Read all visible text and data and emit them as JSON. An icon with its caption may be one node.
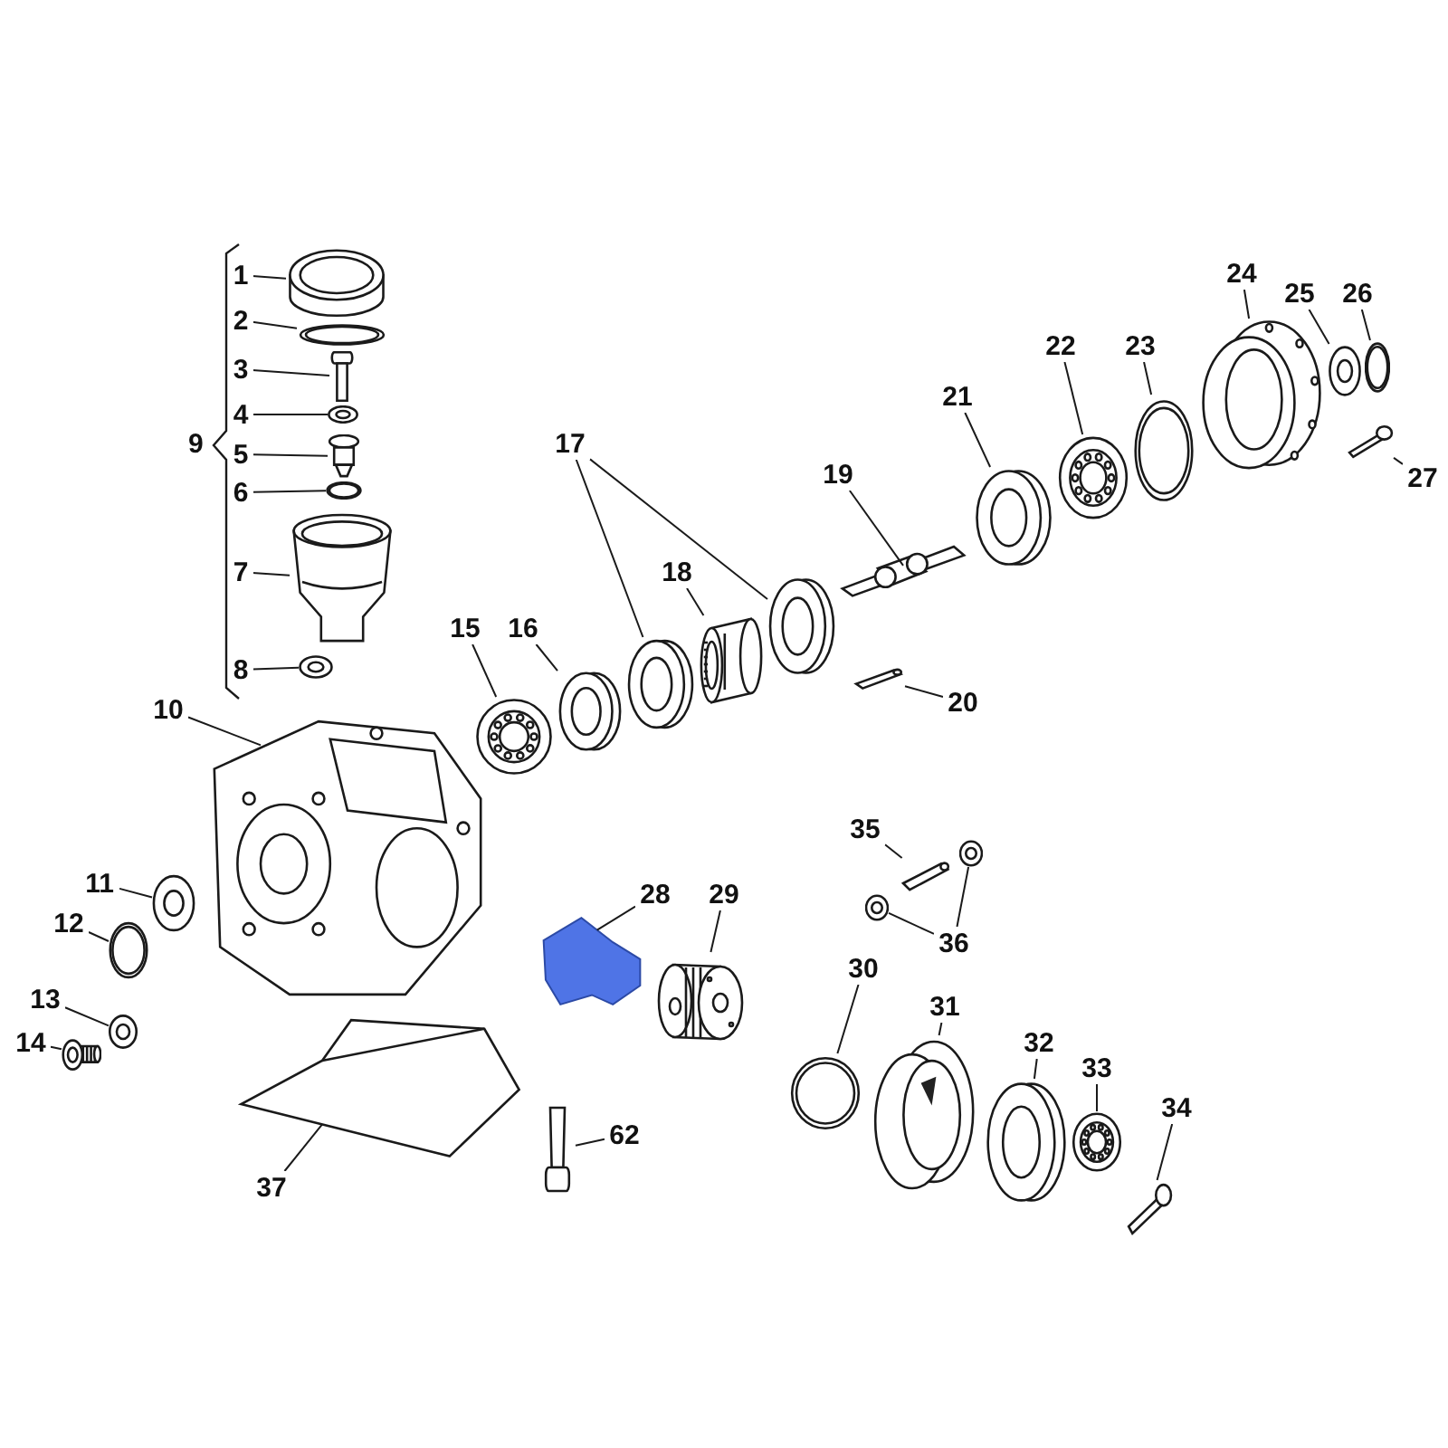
{
  "diagram": {
    "nodes": [
      {
        "text": [
          "1"
        ]
      },
      {
        "text": [],
        "shape": "picture"
      },
      {
        "text": [
          "2"
        ]
      },
      {
        "text": [],
        "shape": "picture"
      },
      {
        "text": [
          "3"
        ]
      },
      {
        "text": [],
        "shape": "picture"
      },
      {
        "text": [
          "4"
        ]
      },
      {
        "text": [],
        "shape": "picture"
      },
      {
        "text": [
          "5"
        ]
      },
      {
        "text": [],
        "shape": "picture"
      },
      {
        "text": [
          "6"
        ]
      },
      {
        "text": [],
        "shape": "picture"
      },
      {
        "text": [
          "7"
        ]
      },
      {
        "text": [],
        "shape": "picture"
      },
      {
        "text": [
          "8"
        ]
      },
      {
        "text": [],
        "shape": "picture"
      },
      {
        "text": [
          "10"
        ]
      },
      {
        "text": [],
        "shape": "picture"
      },
      {
        "text": [
          "11"
        ]
      },
      {
        "text": [],
        "shape": "picture"
      },
      {
        "text": [
          "12"
        ]
      },
      {
        "text": [],
        "shape": "picture"
      },
      {
        "text": [
          "13"
        ]
      },
      {
        "text": [],
        "shape": "picture"
      },
      {
        "text": [
          "14"
        ]
      },
      {
        "text": [],
        "shape": "picture"
      },
      {
        "text": [
          "15"
        ]
      },
      {
        "text": [],
        "shape": "picture"
      },
      {
        "text": [
          "16"
        ]
      },
      {
        "text": [],
        "shape": "picture"
      },
      {
        "text": [
          "17"
        ]
      },
      {
        "text": [],
        "shape": "picture"
      },
      {
        "text": [],
        "shape": "picture"
      },
      {
        "text": [
          "18"
        ]
      },
      {
        "text": [],
        "shape": "picture"
      },
      {
        "text": [
          "19"
        ]
      },
      {
        "text": [],
        "shape": "picture"
      },
      {
        "text": [
          "20"
        ]
      },
      {
        "text": [],
        "shape": "picture"
      },
      {
        "text": [
          "21"
        ]
      },
      {
        "text": [],
        "shape": "picture"
      },
      {
        "text": [
          "22"
        ]
      },
      {
        "text": [],
        "shape": "picture"
      },
      {
        "text": [
          "23"
        ]
      },
      {
        "text": [],
        "shape": "picture"
      },
      {
        "text": [
          "24"
        ]
      },
      {
        "text": [],
        "shape": "picture"
      },
      {
        "text": [
          "25"
        ]
      },
      {
        "text": [],
        "shape": "picture"
      },
      {
        "text": [
          "26"
        ]
      },
      {
        "text": [],
        "shape": "picture"
      },
      {
        "text": [
          "27"
        ]
      },
      {
        "text": [],
        "shape": "picture"
      },
      {
        "text": [
          "28"
        ]
      },
      {
        "text": [],
        "shape": "picture"
      },
      {
        "text": [
          "29"
        ]
      },
      {
        "text": [],
        "shape": "picture"
      },
      {
        "text": [
          "30"
        ]
      },
      {
        "text": [],
        "shape": "picture"
      },
      {
        "text": [
          "31"
        ]
      },
      {
        "text": [],
        "shape": "picture"
      },
      {
        "text": [
          "32"
        ]
      },
      {
        "text": [],
        "shape": "picture"
      },
      {
        "text": [
          "33"
        ]
      },
      {
        "text": [],
        "shape": "picture"
      },
      {
        "text": [
          "34"
        ]
      },
      {
        "text": [],
        "shape": "picture"
      },
      {
        "text": [
          "35"
        ]
      },
      {
        "text": [],
        "shape": "picture"
      },
      {
        "text": [
          "36"
        ]
      },
      {
        "text": [],
        "shape": "picture"
      },
      {
        "text": [],
        "shape": "picture"
      },
      {
        "text": [
          "37"
        ]
      },
      {
        "text": [],
        "shape": "picture"
      },
      {
        "text": [
          "62"
        ]
      },
      {
        "text": [],
        "shape": "picture"
      }
    ],
    "edges": [
      {
        "from": 0,
        "to": 1,
        "arrow": "none"
      },
      {
        "from": 2,
        "to": 3,
        "arrow": "none"
      },
      {
        "from": 4,
        "to": 5,
        "arrow": "none"
      },
      {
        "from": 6,
        "to": 7,
        "arrow": "none"
      },
      {
        "from": 8,
        "to": 9,
        "arrow": "none"
      },
      {
        "from": 10,
        "to": 11,
        "arrow": "none"
      },
      {
        "from": 12,
        "to": 13,
        "arrow": "none"
      },
      {
        "from": 14,
        "to": 15,
        "arrow": "none"
      },
      {
        "from": 16,
        "to": 17,
        "arrow": "none"
      },
      {
        "from": 18,
        "to": 19,
        "arrow": "none"
      },
      {
        "from": 20,
        "to": 21,
        "arrow": "none"
      },
      {
        "from": 22,
        "to": 23,
        "arrow": "none"
      },
      {
        "from": 24,
        "to": 25,
        "arrow": "none"
      },
      {
        "from": 26,
        "to": 27,
        "arrow": "none"
      },
      {
        "from": 28,
        "to": 29,
        "arrow": "none"
      },
      {
        "from": 30,
        "to": 31,
        "arrow": "none"
      },
      {
        "from": 30,
        "to": 32,
        "arrow": "none"
      },
      {
        "from": 33,
        "to": 34,
        "arrow": "none"
      },
      {
        "from": 35,
        "to": 36,
        "arrow": "none"
      },
      {
        "from": 37,
        "to": 38,
        "arrow": "none"
      },
      {
        "from": 39,
        "to": 40,
        "arrow": "none"
      },
      {
        "from": 41,
        "to": 42,
        "arrow": "none"
      },
      {
        "from": 43,
        "to": 44,
        "arrow": "none"
      },
      {
        "from": 45,
        "to": 46,
        "arrow": "none"
      },
      {
        "from": 47,
        "to": 48,
        "arrow": "none"
      },
      {
        "from": 49,
        "to": 50,
        "arrow": "none"
      },
      {
        "from": 51,
        "to": 52,
        "arrow": "none"
      },
      {
        "from": 53,
        "to": 54,
        "arrow": "none"
      },
      {
        "from": 55,
        "to": 56,
        "arrow": "none"
      },
      {
        "from": 57,
        "to": 58,
        "arrow": "none"
      },
      {
        "from": 59,
        "to": 60,
        "arrow": "none"
      },
      {
        "from": 61,
        "to": 62,
        "arrow": "none"
      },
      {
        "from": 63,
        "to": 64,
        "arrow": "none"
      },
      {
        "from": 65,
        "to": 66,
        "arrow": "none"
      },
      {
        "from": 67,
        "to": 68,
        "arrow": "none"
      },
      {
        "from": 69,
        "to": 70,
        "arrow": "none"
      },
      {
        "from": 69,
        "to": 71,
        "arrow": "none"
      },
      {
        "from": 72,
        "to": 73,
        "arrow": "none"
      },
      {
        "from": 74,
        "to": 75,
        "arrow": "none"
      }
    ],
    "labels": [
      "9"
    ]
  }
}
